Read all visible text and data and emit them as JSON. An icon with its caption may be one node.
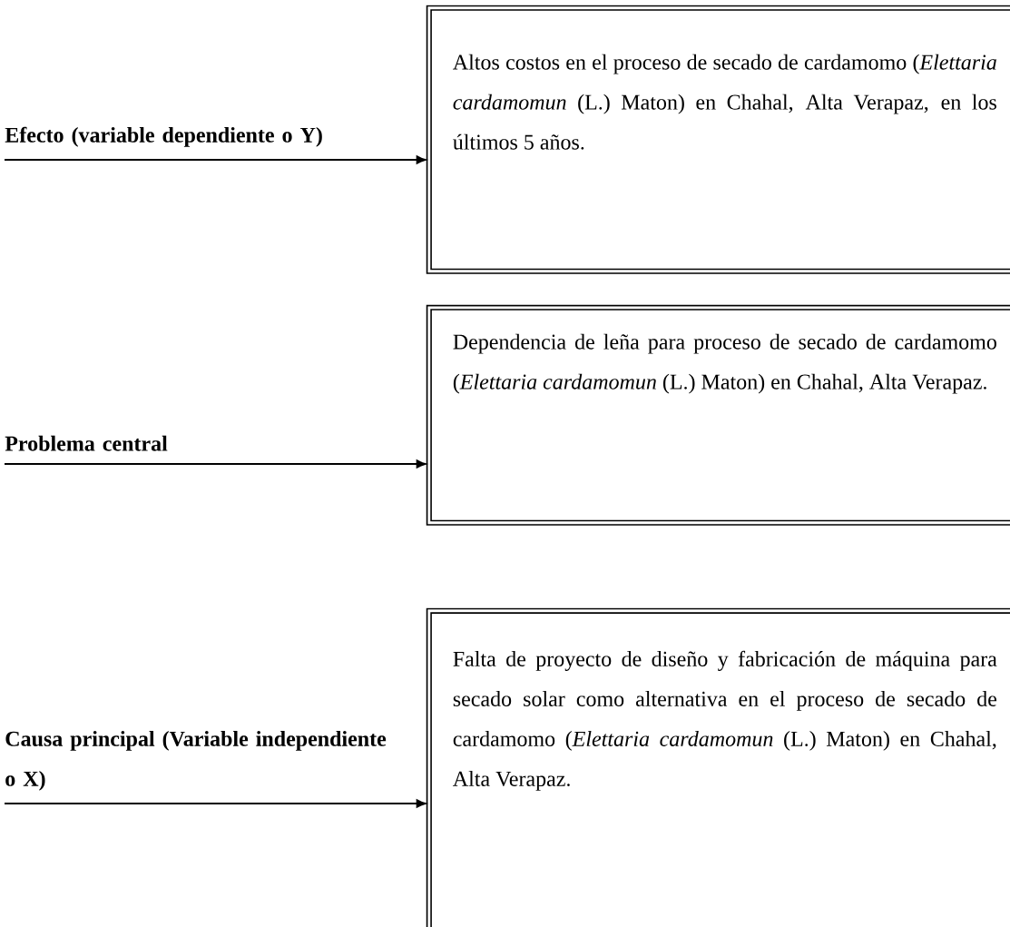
{
  "diagram": {
    "nodes": [
      {
        "text": [
          "Efecto (variable dependiente o Y)"
        ]
      },
      {
        "text": [
          "Altos costos en el proceso de secado de cardamomo (*Elettaria cardamomun* (L.) Maton) en Chahal, Alta Verapaz, en los últimos 5 años."
        ]
      },
      {
        "text": [
          "Problema central"
        ]
      },
      {
        "text": [
          "Dependencia de leña para proceso de secado de cardamomo (*Elettaria cardamomun* (L.) Maton) en Chahal, Alta Verapaz."
        ]
      },
      {
        "text": [
          "Causa principal (Variable independiente o X)"
        ]
      },
      {
        "text": [
          "Falta de proyecto de diseño y fabricación de máquina para secado solar como alternativa en el proceso de secado de cardamomo (*Elettaria cardamomun* (L.) Maton) en Chahal, Alta Verapaz."
        ]
      }
    ],
    "edges": [
      {
        "from": 0,
        "to": 1,
        "arrow": "to"
      },
      {
        "from": 2,
        "to": 3,
        "arrow": "to"
      },
      {
        "from": 4,
        "to": 5,
        "arrow": "to"
      }
    ]
  }
}
